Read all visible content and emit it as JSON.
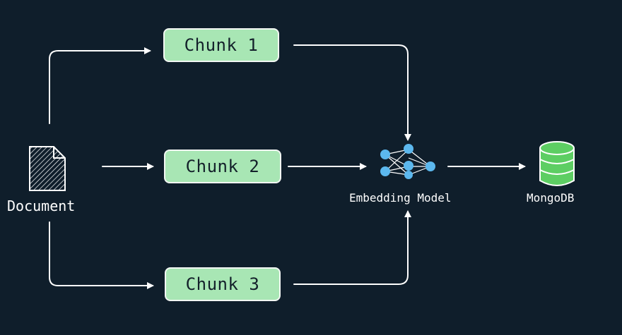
{
  "document": {
    "label": "Document",
    "icon": "document-icon"
  },
  "chunks": [
    {
      "label": "Chunk 1"
    },
    {
      "label": "Chunk 2"
    },
    {
      "label": "Chunk 3"
    }
  ],
  "model": {
    "label": "Embedding Model",
    "icon": "neural-network-icon"
  },
  "database": {
    "label": "MongoDB",
    "icon": "database-icon"
  },
  "colors": {
    "background": "#0f1e2b",
    "chunk_fill": "#a8e6b4",
    "node_blue": "#5cb8ee",
    "db_green": "#5dce63",
    "line": "#ffffff"
  }
}
